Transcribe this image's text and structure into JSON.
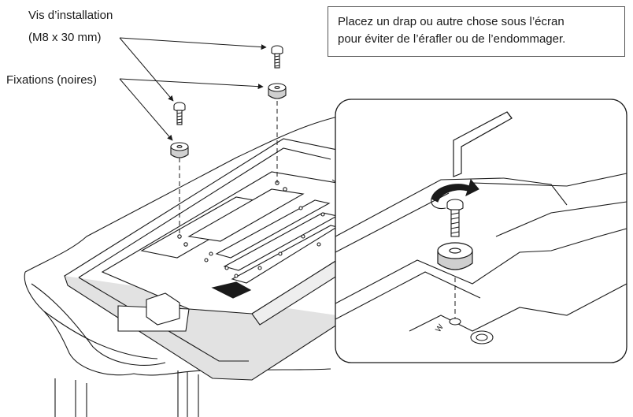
{
  "labels": {
    "screw_line1": "Vis d’installation",
    "screw_line2": "(M8 x 30 mm)",
    "fixings": "Fixations (noires)"
  },
  "note": {
    "line1": "Placez un drap ou autre chose sous l’écran",
    "line2": "pour éviter de l’érafler ou de l’endommager."
  },
  "detail_marking": "W",
  "colors": {
    "line": "#1a1a1a",
    "fill": "#ffffff",
    "shade": "#d8d8d8"
  }
}
